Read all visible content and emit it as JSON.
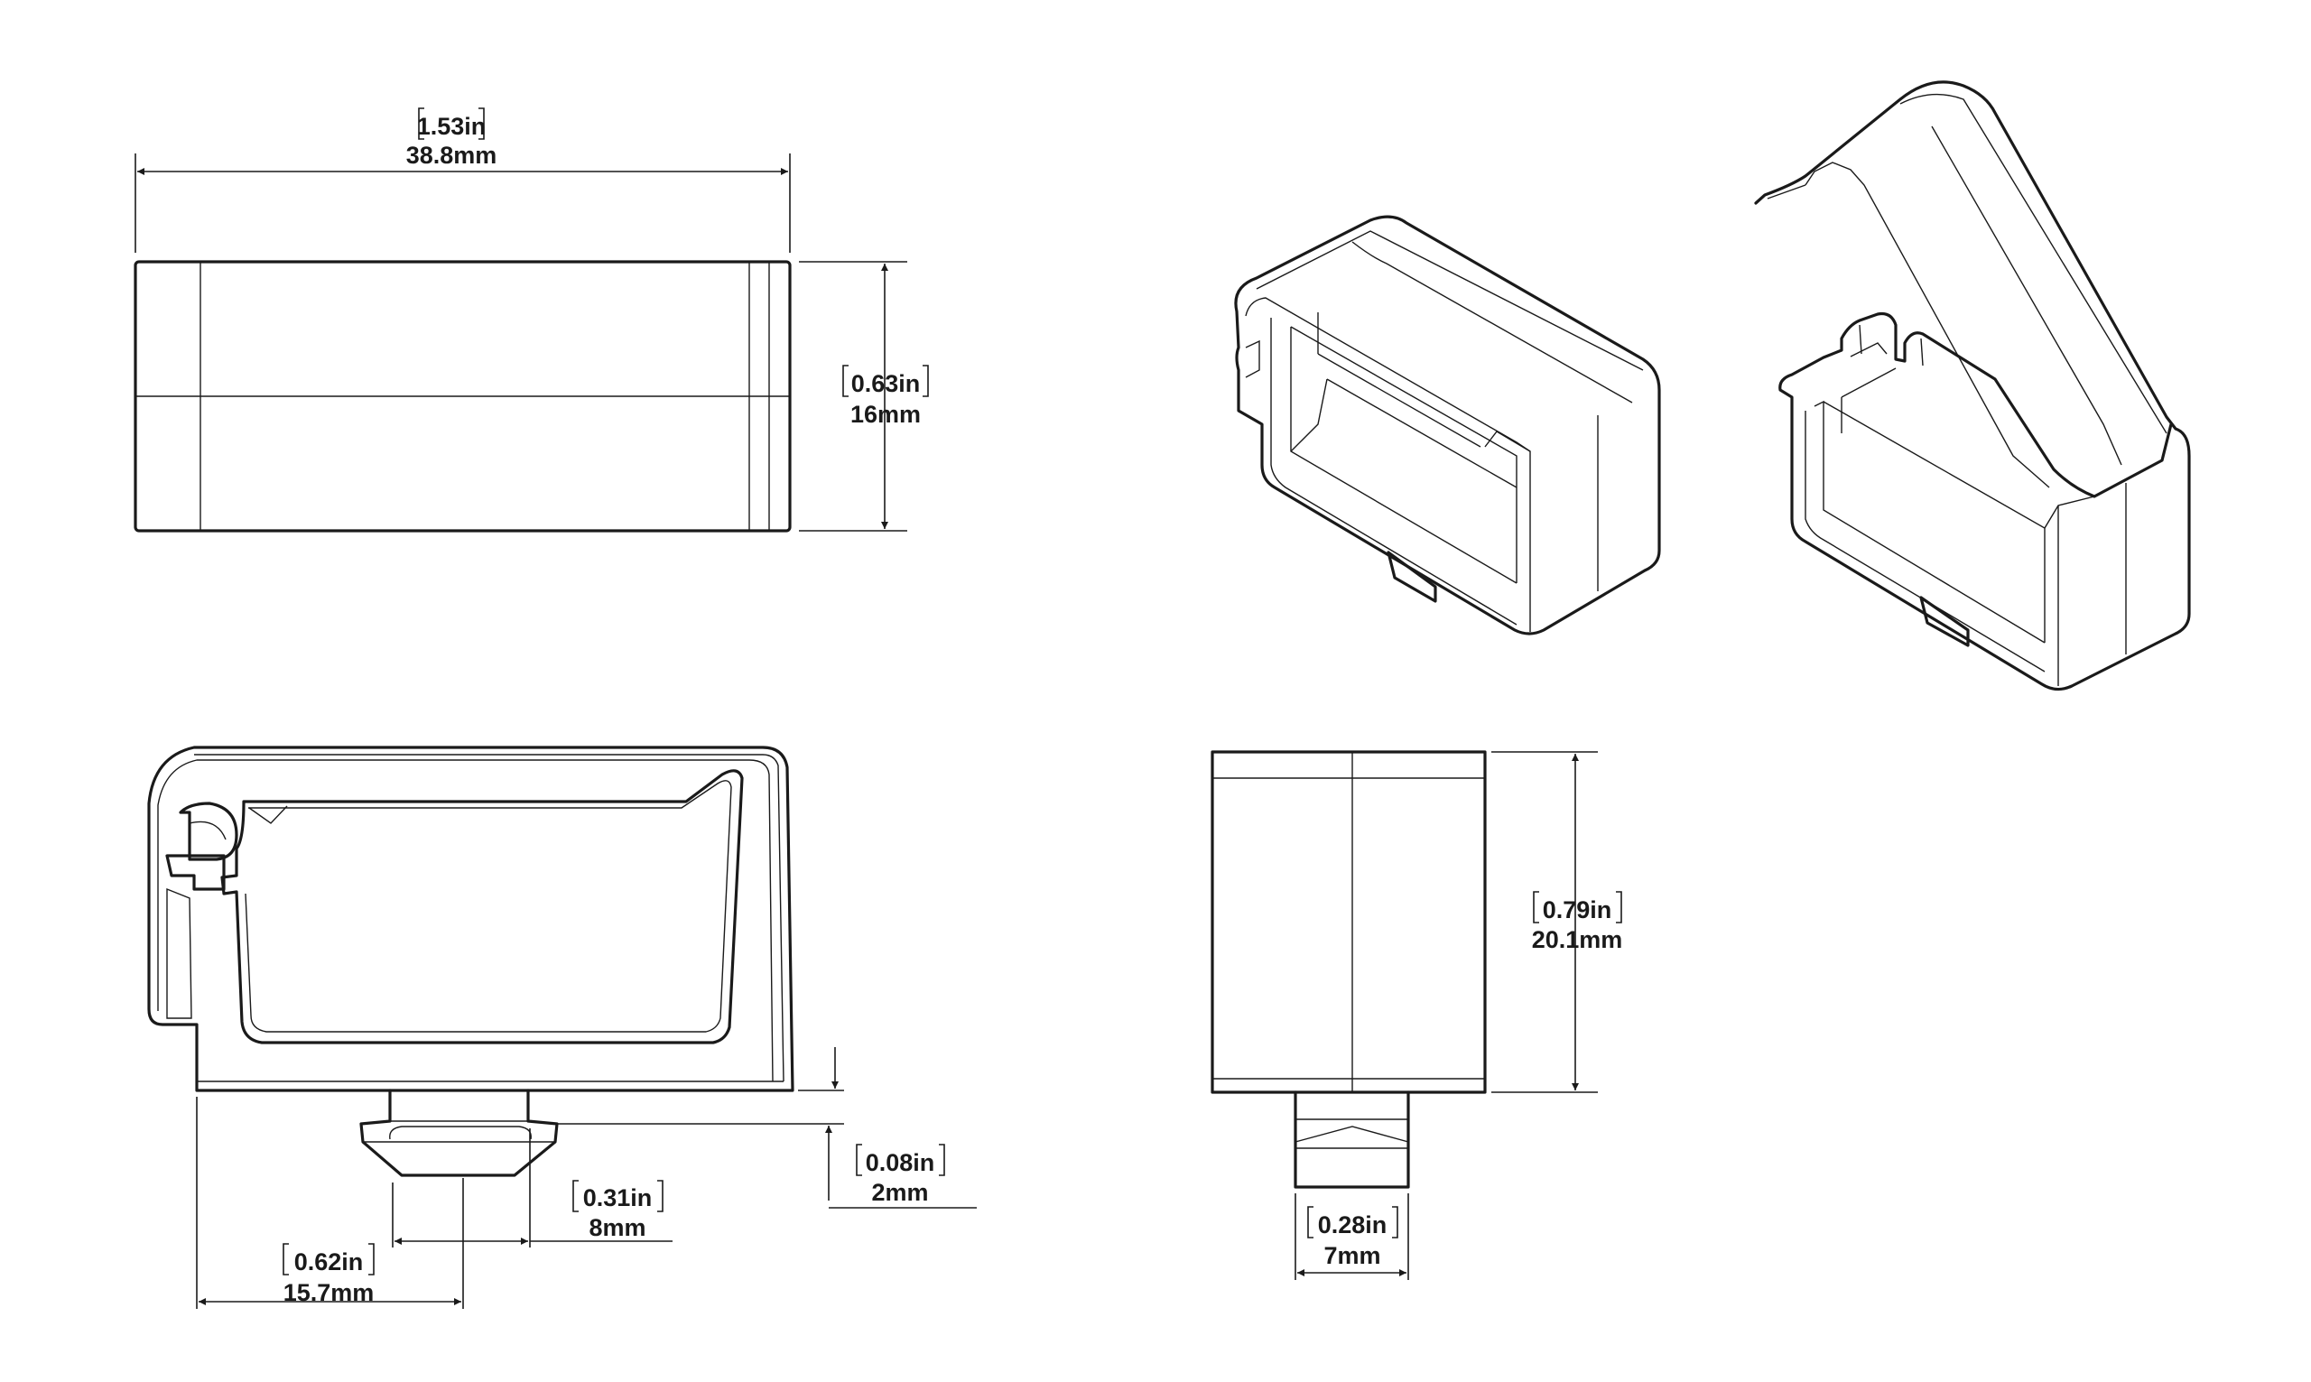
{
  "dimensions": {
    "width_top": {
      "inch": "1.53in",
      "mm": "38.8mm"
    },
    "height_top": {
      "inch": "0.63in",
      "mm": "16mm"
    },
    "slot_offset": {
      "inch": "0.08in",
      "mm": "2mm"
    },
    "tab_width": {
      "inch": "0.31in",
      "mm": "8mm"
    },
    "tab_position": {
      "inch": "0.62in",
      "mm": "15.7mm"
    },
    "height_end": {
      "inch": "0.79in",
      "mm": "20.1mm"
    },
    "tab_width_end": {
      "inch": "0.28in",
      "mm": "7mm"
    }
  },
  "colors": {
    "line": "#1a1a1a",
    "background": "#ffffff"
  }
}
